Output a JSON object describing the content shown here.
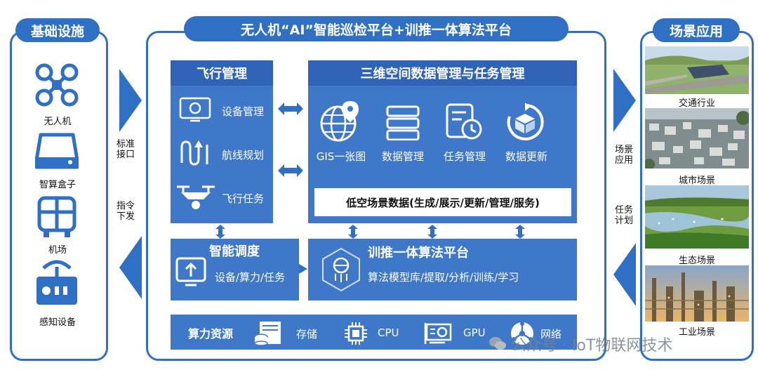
{
  "infra": {
    "title": "基础设施",
    "items": [
      {
        "label": "无人机",
        "icon": "drone-icon"
      },
      {
        "label": "智算盒子",
        "icon": "server-box-icon"
      },
      {
        "label": "机场",
        "icon": "airport-dock-icon"
      },
      {
        "label": "感知设备",
        "icon": "sensor-device-icon"
      }
    ],
    "link_top": "标准接口",
    "link_bottom": "指令下发"
  },
  "platform": {
    "title": "无人机“AI”智能巡检平台+训推一体算法平台",
    "flight": {
      "title": "飞行管理",
      "items": [
        {
          "label": "设备管理",
          "icon": "device-manage-icon"
        },
        {
          "label": "航线规划",
          "icon": "route-plan-icon"
        },
        {
          "label": "飞行任务",
          "icon": "drone-flight-icon"
        }
      ]
    },
    "spatial": {
      "title": "三维空间数据管理与任务管理",
      "items": [
        {
          "label": "GIS一张图",
          "icon": "globe-pin-icon"
        },
        {
          "label": "数据管理",
          "icon": "database-icon"
        },
        {
          "label": "任务管理",
          "icon": "task-clock-icon"
        },
        {
          "label": "数据更新",
          "icon": "cube-refresh-icon"
        }
      ],
      "bar": "低空场景数据(生成/展示/更新/管理/服务)"
    },
    "dispatch": {
      "title": "智能调度",
      "text": "设备/算力/任务"
    },
    "algo": {
      "title": "训推一体算法平台",
      "text": "算法模型库/提取/分析/训练/学习"
    },
    "compute": {
      "title": "算力资源",
      "items": [
        {
          "label": "存储",
          "icon": "storage-icon"
        },
        {
          "label": "CPU",
          "icon": "cpu-icon"
        },
        {
          "label": "GPU",
          "icon": "gpu-icon"
        },
        {
          "label": "网络",
          "icon": "network-icon"
        }
      ]
    }
  },
  "scenes": {
    "title": "场景应用",
    "items": [
      {
        "label": "交通行业"
      },
      {
        "label": "城市场景"
      },
      {
        "label": "生态场景"
      },
      {
        "label": "工业场景"
      }
    ],
    "link_top": "场景应用",
    "link_bottom": "任务计划"
  },
  "watermark": "公众号 · IoT物联网技术",
  "colors": {
    "primary": "#2f6fc4",
    "block": "#3f78c8",
    "header": "#2f63b8"
  }
}
